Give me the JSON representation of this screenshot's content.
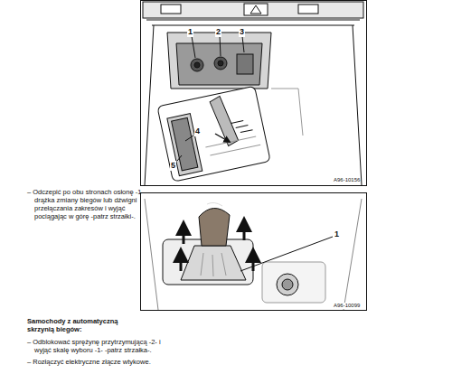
{
  "diagram": {
    "labels": [
      "1",
      "2",
      "3",
      "4",
      "5",
      "A96-10156",
      "– Odczepić po obu stronach osłonę -1- drążka zmiany biegów lub dźwigni przełączania zakresów i wyjąć pociągając w górę -patrz strzałki-.",
      "1",
      "A96-10099",
      "Samochody z automatyczną skrzynią biegów:",
      "– Odblokować sprężynę przytrzymującą -2- i wyjąć skalę wyboru -1- -patrz strzałka-.",
      "– Rozłączyć elektryczne złącze wtykowe."
    ]
  }
}
